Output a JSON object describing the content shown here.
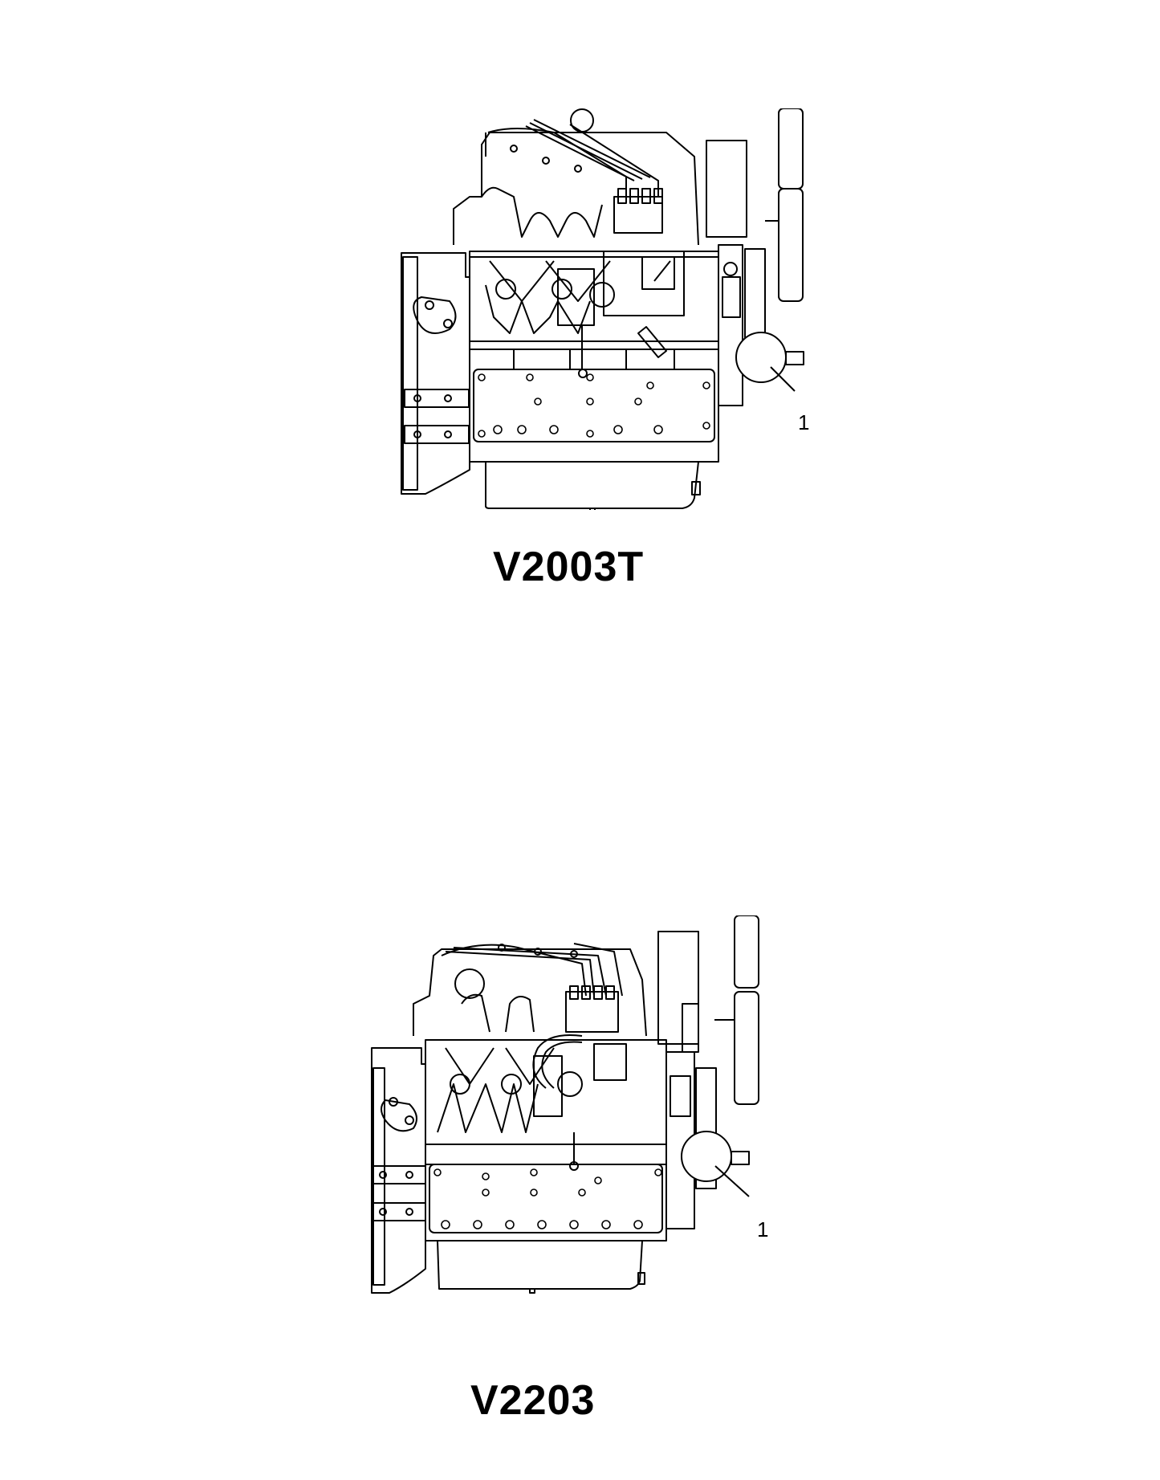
{
  "figures": [
    {
      "model": "V2003T",
      "callouts": [
        {
          "number": "1",
          "part": "oil-filter"
        }
      ]
    },
    {
      "model": "V2203",
      "callouts": [
        {
          "number": "1",
          "part": "oil-filter"
        }
      ]
    }
  ],
  "colors": {
    "line": "#000000",
    "background": "#ffffff"
  }
}
